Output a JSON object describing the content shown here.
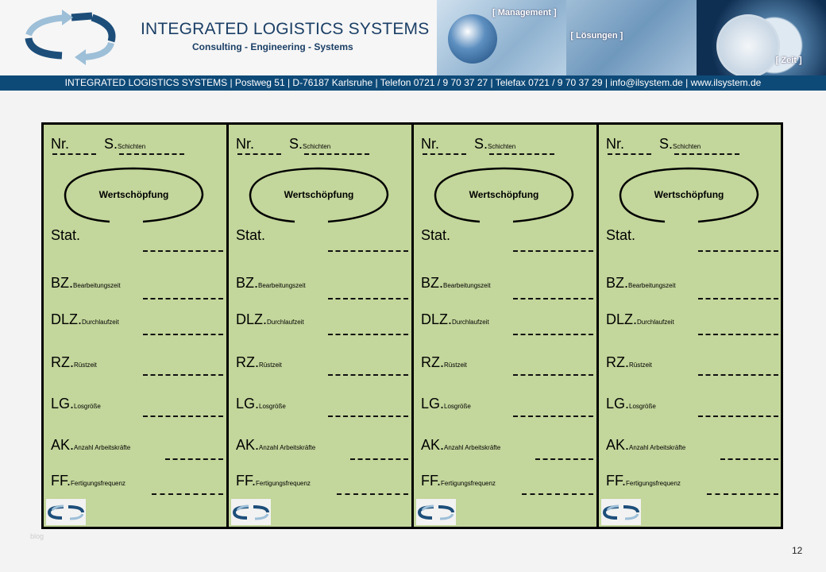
{
  "header": {
    "title": "INTEGRATED LOGISTICS SYSTEMS",
    "subtitle": "Consulting - Engineering - Systems",
    "tags": [
      "[ Management ]",
      "[ Lösungen ]",
      "[ Zeit ]"
    ],
    "contact": "INTEGRATED LOGISTICS SYSTEMS | Postweg 51 | D-76187 Karlsruhe | Telefon 0721 / 9 70 37 27 | Telefax 0721 / 9 70 37 29 | info@ilsystem.de | www.ilsystem.de"
  },
  "card": {
    "nr": "Nr.",
    "s": "S.",
    "s_sub": "Schichten",
    "oval": "Wertschöpfung",
    "stat": "Stat.",
    "rows": [
      {
        "abbr": "BZ.",
        "sub": "Bearbeitungszeit"
      },
      {
        "abbr": "DLZ.",
        "sub": "Durchlaufzeit"
      },
      {
        "abbr": "RZ.",
        "sub": "Rüstzeit"
      },
      {
        "abbr": "LG.",
        "sub": "Losgröße"
      },
      {
        "abbr": "AK.",
        "sub": "Anzahl Arbeitskräfte"
      },
      {
        "abbr": "FF.",
        "sub": "Fertigungsfrequenz"
      }
    ]
  },
  "card_count": 4,
  "footer": {
    "blog": "blog",
    "page": "12"
  },
  "colors": {
    "card": "#c3d69b",
    "brand": "#0e4a78"
  }
}
